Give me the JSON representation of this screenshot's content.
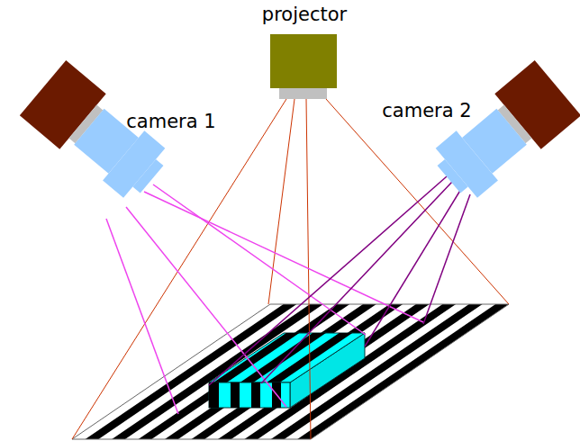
{
  "diagram": {
    "labels": [
      "projector",
      "camera 1",
      "camera 2"
    ]
  }
}
